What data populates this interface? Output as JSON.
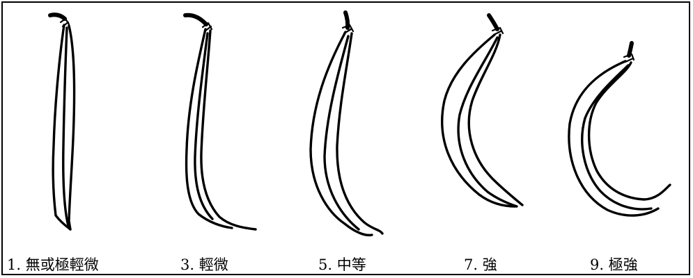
{
  "colors": {
    "ink": "#000000",
    "background": "#ffffff"
  },
  "figure": {
    "items": [
      {
        "label": "1. 無或極輕微",
        "icon": "straight-pod-icon"
      },
      {
        "label": "3. 輕微",
        "icon": "slightly-curved-pod-icon"
      },
      {
        "label": "5. 中等",
        "icon": "moderately-curved-pod-icon"
      },
      {
        "label": "7. 強",
        "icon": "strongly-curved-pod-icon"
      },
      {
        "label": "9. 極強",
        "icon": "very-strongly-curved-pod-icon"
      }
    ]
  }
}
